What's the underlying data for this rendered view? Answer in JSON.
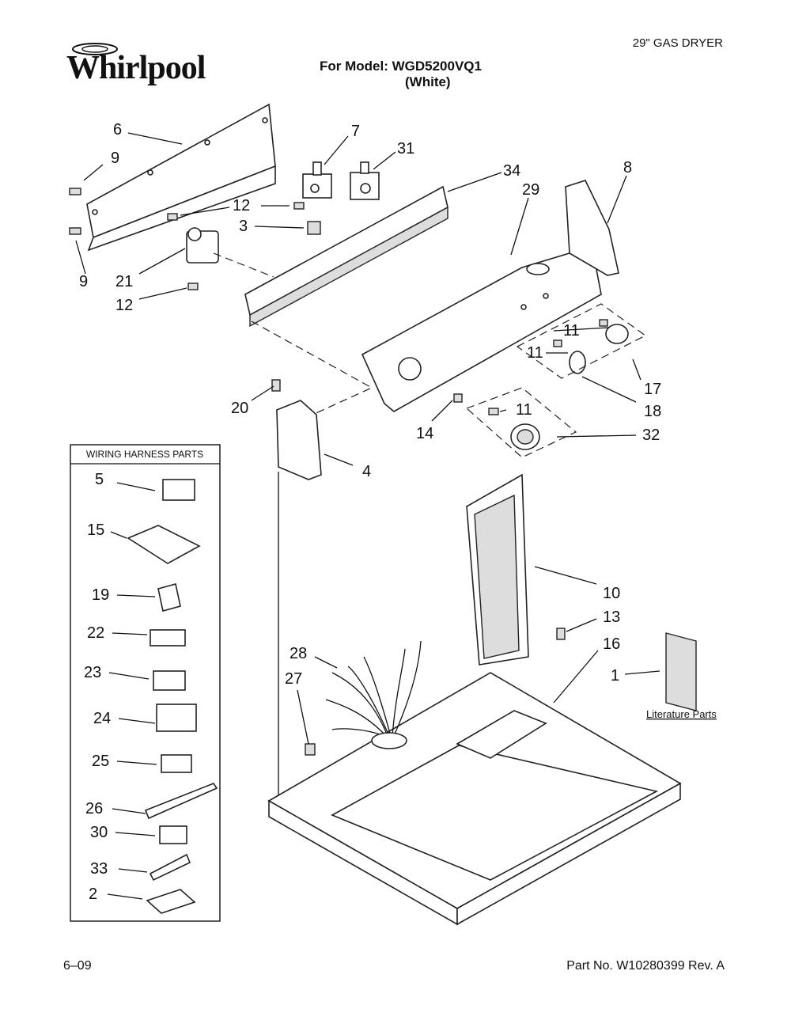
{
  "header": {
    "brand": "Whirlpool",
    "doc_type": "29\" GAS DRYER",
    "model_line": "For Model: WGD5200VQ1",
    "model_color": "(White)"
  },
  "harness_box": {
    "title": "WIRING HARNESS PARTS",
    "items": [
      "5",
      "15",
      "19",
      "22",
      "23",
      "24",
      "25",
      "26",
      "30",
      "33",
      "2"
    ]
  },
  "callouts": {
    "c6": "6",
    "c9a": "9",
    "c9b": "9",
    "c7": "7",
    "c31": "31",
    "c34": "34",
    "c29": "29",
    "c8": "8",
    "c12a": "12",
    "c3": "3",
    "c21": "21",
    "c12b": "12",
    "c11a": "11",
    "c11b": "11",
    "c11c": "11",
    "c17": "17",
    "c18": "18",
    "c20": "20",
    "c14": "14",
    "c32": "32",
    "c4": "4",
    "c10": "10",
    "c13": "13",
    "c16": "16",
    "c28": "28",
    "c27": "27",
    "c1": "1"
  },
  "literature_label": "Literature Parts",
  "footer": {
    "date": "6–09",
    "part_number": "Part No. W10280399 Rev. A"
  }
}
